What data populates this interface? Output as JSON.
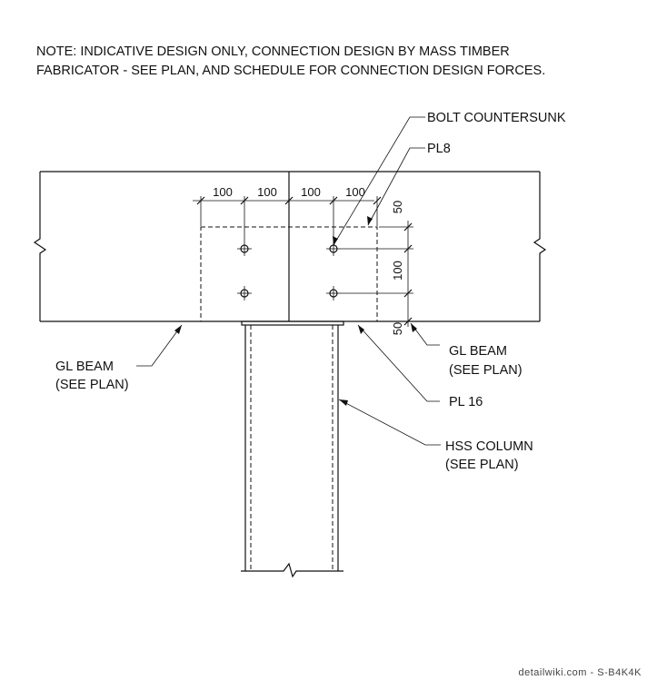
{
  "note": {
    "line1": "NOTE: INDICATIVE DESIGN ONLY, CONNECTION DESIGN BY MASS TIMBER",
    "line2": "FABRICATOR - SEE PLAN, AND SCHEDULE FOR CONNECTION DESIGN FORCES."
  },
  "labels": {
    "bolt": "BOLT COUNTERSUNK",
    "pl8": "PL8",
    "gl_beam_left_1": "GL BEAM",
    "gl_beam_left_2": "(SEE PLAN)",
    "gl_beam_right_1": "GL BEAM",
    "gl_beam_right_2": "(SEE PLAN)",
    "pl16": "PL 16",
    "hss_1": "HSS COLUMN",
    "hss_2": "(SEE PLAN)"
  },
  "dimensions": {
    "h1": "100",
    "h2": "100",
    "h3": "100",
    "h4": "100",
    "v_top": "50",
    "v_mid": "100",
    "v_bot": "50"
  },
  "watermark": "detailwiki.com - S-B4K4K"
}
